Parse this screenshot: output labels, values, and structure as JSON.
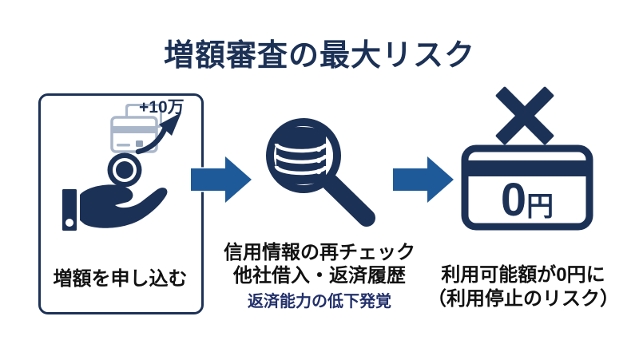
{
  "colors": {
    "navy": "#1c3156",
    "blue": "#1e5a99",
    "gray": "#aab7ca",
    "gray_dark": "#8fa0b6",
    "note": "#22306b",
    "text": "#111111"
  },
  "title": "増額審査の最大リスク",
  "flow": {
    "step1": {
      "badge": "+10万",
      "label": "増額を申し込む"
    },
    "step2": {
      "line1": "信用情報の再チェック",
      "line2": "他社借入・返済履歴",
      "note": "返済能力の低下発覚"
    },
    "step3": {
      "amount": "0",
      "unit": "円",
      "line1": "利用可能額が0円に",
      "line2": "（利用停止のリスク）"
    }
  }
}
